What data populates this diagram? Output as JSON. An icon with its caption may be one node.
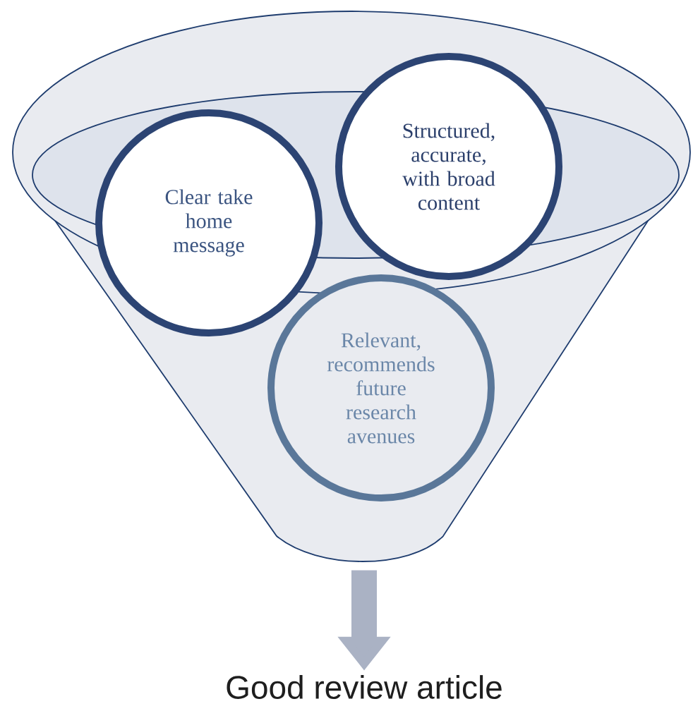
{
  "diagram": {
    "nodes": [
      {
        "text": [],
        "shape": "funnel"
      },
      {
        "text": [
          "Clear take home message"
        ]
      },
      {
        "text": [
          "Structured, accurate, with broad content"
        ]
      },
      {
        "text": [
          "Relevant, recommends future research avenues"
        ],
        "in": 0
      },
      {
        "text": [
          "Good review article"
        ]
      }
    ],
    "edges": [
      {
        "from": 0,
        "to": 4,
        "arrow": "to"
      }
    ]
  }
}
